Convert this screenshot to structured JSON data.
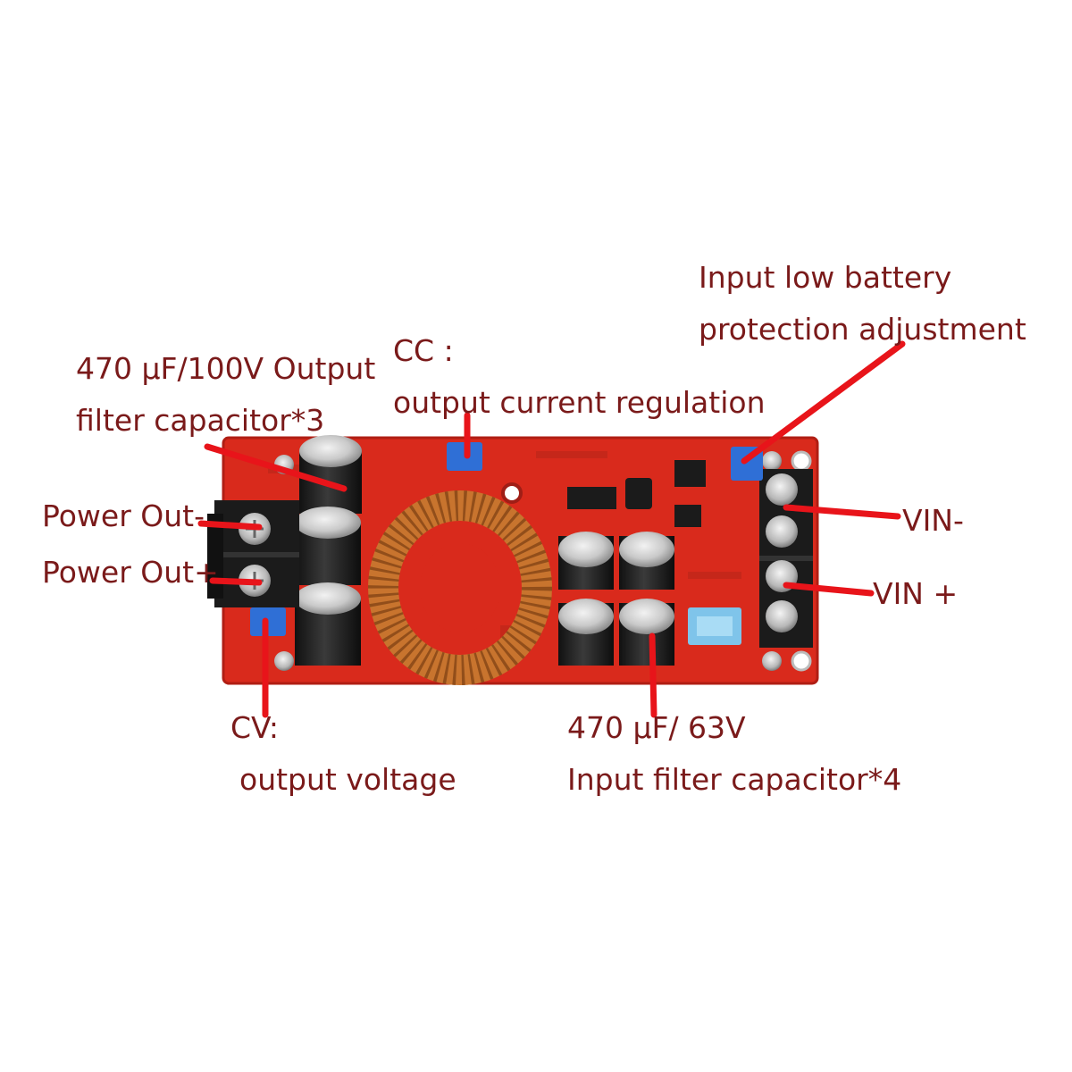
{
  "labels": {
    "input_low_battery_line1": "Input low battery",
    "input_low_battery_line2": "protection adjustment",
    "cc_line1": "CC :",
    "cc_line2": "output current regulation",
    "output_cap_line1": "470 µF/100V Output",
    "output_cap_line2": "filter capacitor*3",
    "power_out_minus": "Power Out-",
    "power_out_plus": "Power Out+",
    "vin_minus": "VIN-",
    "vin_plus": "VIN +",
    "cv_line1": "CV:",
    "cv_line2": "output voltage",
    "input_cap_line1": "470 µF/ 63V",
    "input_cap_line2": "Input filter capacitor*4"
  },
  "colors": {
    "background": "#ffffff",
    "label_text": "#7a1a1a",
    "pointer": "#e8141a",
    "pcb": "#d92a1c",
    "pcb_dark": "#b81f14",
    "terminal": "#1b1b1b",
    "coil": "#c8742e",
    "capacitor": "#1c1c1c",
    "potentiometer": "#2f6fd6"
  }
}
